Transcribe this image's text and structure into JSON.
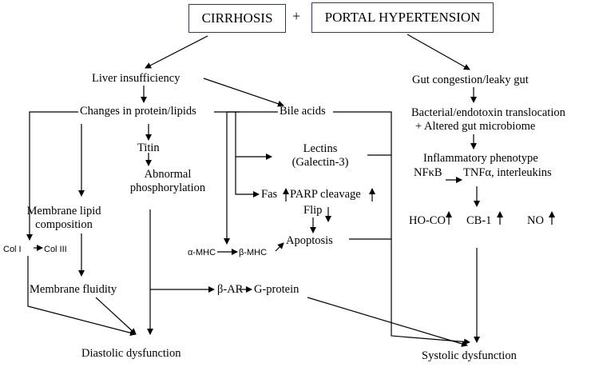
{
  "header": {
    "cirrhosis": "CIRRHOSIS",
    "plus": "+",
    "portal_hypertension": "PORTAL HYPERTENSION"
  },
  "nodes": {
    "liver_insufficiency": "Liver insufficiency",
    "changes_protein_lipids": "Changes in protein/lipids",
    "bile_acids": "Bile acids",
    "titin": "Titin",
    "abnormal_phosphorylation": [
      "Abnormal",
      "phosphorylation"
    ],
    "lectins": [
      "Lectins",
      "(Galectin-3)"
    ],
    "fas": "Fas",
    "parp_cleavage": "PARP cleavage",
    "flip": "Flip",
    "apoptosis": "Apoptosis",
    "membrane_lipid_composition": [
      "Membrane lipid",
      "composition"
    ],
    "col1": "Col I",
    "col3": "Col III",
    "alpha_mhc": "α-MHC",
    "beta_mhc": "β-MHC",
    "membrane_fluidity": "Membrane fluidity",
    "beta_ar": "β-AR",
    "g_protein": "G-protein",
    "diastolic_dysfunction": "Diastolic dysfunction",
    "gut_congestion": "Gut congestion/leaky gut",
    "bacterial_translocation": "Bacterial/endotoxin translocation",
    "altered_microbiome": "+ Altered gut microbiome",
    "inflammatory_phenotype": "Inflammatory phenotype",
    "nfkb": "NFκB",
    "tnf_interleukins": "TNFα, interleukins",
    "ho_co": "HO-CO",
    "cb1": "CB-1",
    "no": "NO",
    "systolic_dysfunction": "Systolic dysfunction"
  },
  "colors": {
    "box_border": "#2b3a6b",
    "line": "#000000"
  }
}
